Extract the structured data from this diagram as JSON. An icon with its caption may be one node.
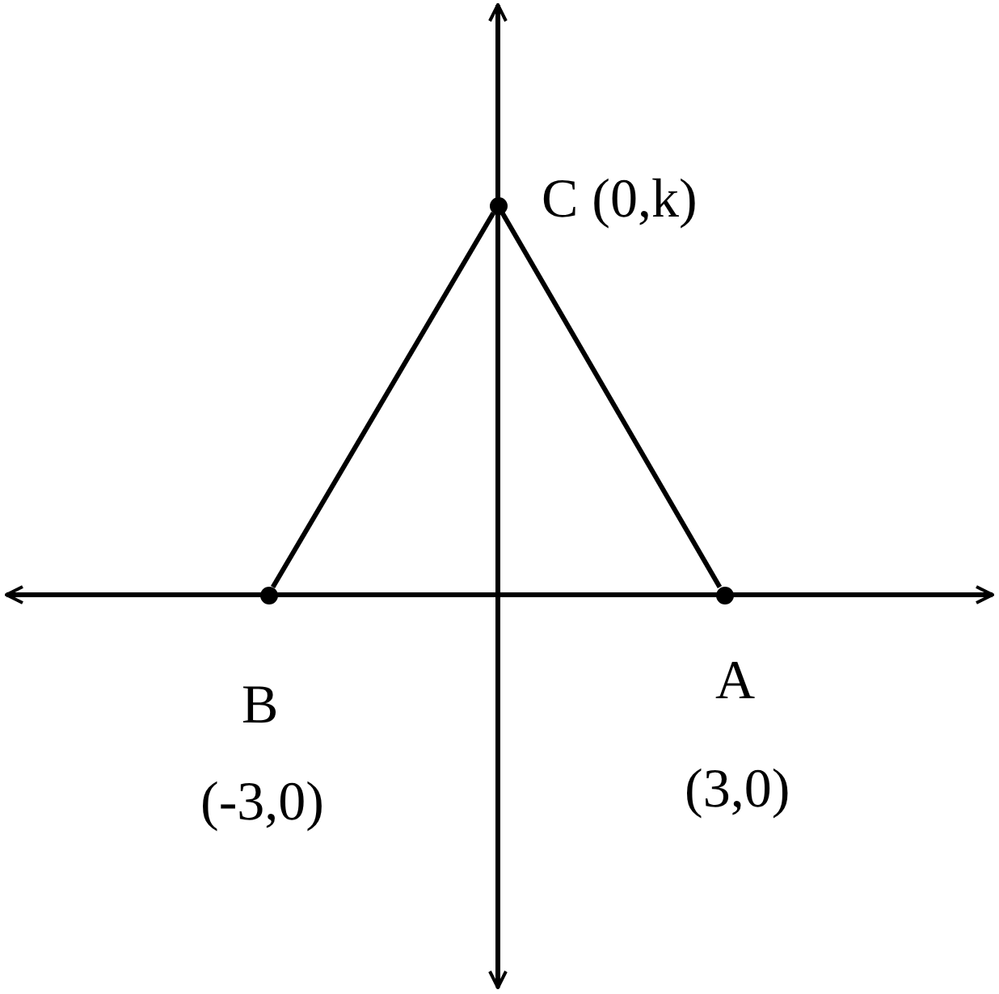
{
  "diagram": {
    "nodes": [
      {
        "text": [],
        "shape": "circle",
        "beside": [
          "C (0,k)"
        ]
      },
      {
        "text": [],
        "shape": "circle",
        "beside": [
          "B",
          "(-3,0)"
        ]
      },
      {
        "text": [],
        "shape": "circle",
        "beside": [
          "A",
          "(3,0)"
        ]
      }
    ],
    "edges": [
      {
        "from": 0,
        "to": 1,
        "arrow": "none"
      },
      {
        "from": 0,
        "to": 2,
        "arrow": "none"
      }
    ]
  }
}
